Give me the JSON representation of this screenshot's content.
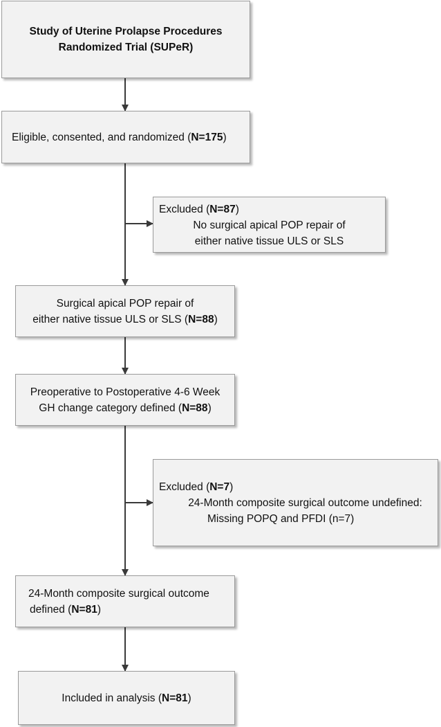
{
  "flowchart": {
    "title": {
      "line1": "Study of Uterine Prolapse Procedures",
      "line2": "Randomized Trial (SUPeR)"
    },
    "eligible": {
      "text": "Eligible, consented, and randomized (",
      "n": "N=175",
      "close": ")"
    },
    "excluded1": {
      "head": "Excluded (",
      "n": "N=87",
      "close": ")",
      "line1": "No surgical apical POP repair of",
      "line2": "either native tissue ULS or SLS"
    },
    "surgical": {
      "line1": "Surgical apical POP repair of",
      "line2": "either native tissue ULS or SLS (",
      "n": "N=88",
      "close": ")"
    },
    "gh": {
      "line1": "Preoperative to Postoperative 4-6 Week",
      "line2": "GH change category defined (",
      "n": "N=88",
      "close": ")"
    },
    "excluded2": {
      "head": "Excluded (",
      "n": "N=7",
      "close": ")",
      "line1": "24-Month composite surgical outcome undefined:",
      "line2": "Missing POPQ and PFDI (n=7)"
    },
    "outcome": {
      "line1": "24-Month composite surgical outcome",
      "line2": "defined (",
      "n": "N=81",
      "close": ")"
    },
    "included": {
      "text": "Included in analysis (",
      "n": "N=81",
      "close": ")"
    }
  }
}
